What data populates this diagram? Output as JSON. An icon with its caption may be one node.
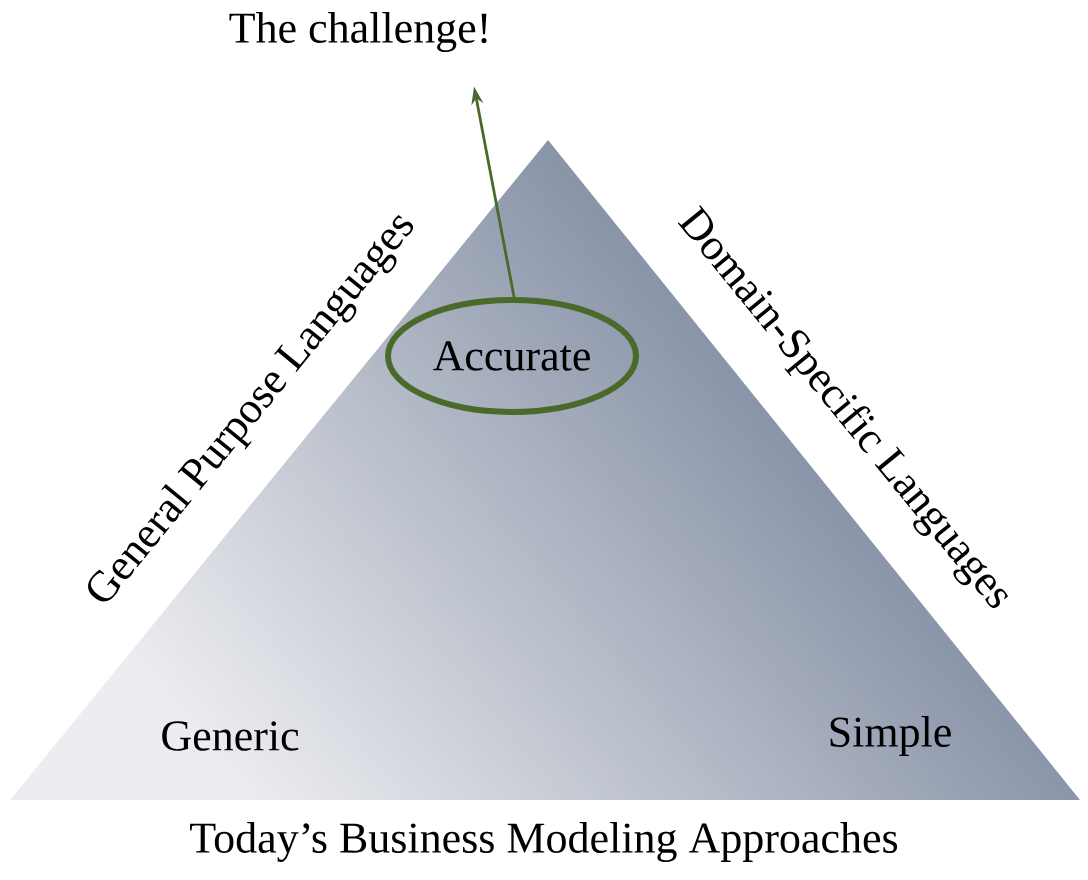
{
  "diagram": {
    "caption": "Today’s Business Modeling Approaches",
    "nodes": [
      {
        "text": [
          "The challenge!"
        ]
      },
      {
        "text": [
          "Accurate"
        ]
      }
    ],
    "edges": [
      {
        "from": 1,
        "to": 0,
        "arrow": "to"
      }
    ],
    "labels": [
      "General Purpose Languages",
      "Domain-Specific Languages",
      "Generic",
      "Simple"
    ]
  }
}
